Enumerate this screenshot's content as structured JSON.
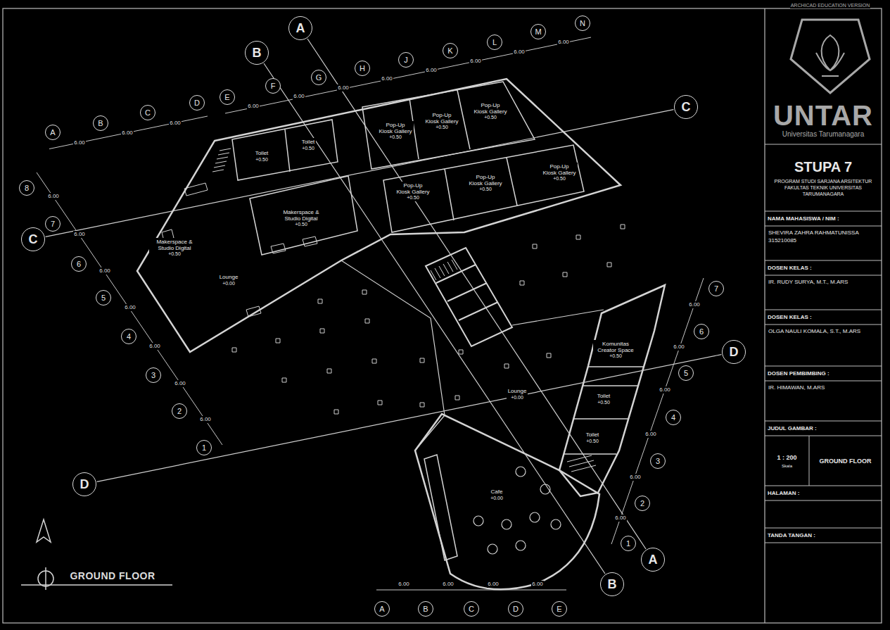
{
  "diagram": {
    "nodes": [
      {
        "text": [
          "A"
        ]
      },
      {
        "text": [
          "B"
        ]
      },
      {
        "text": [
          "E"
        ]
      },
      {
        "text": [
          "F"
        ]
      },
      {
        "text": [
          "G"
        ]
      },
      {
        "text": [
          "H"
        ]
      },
      {
        "text": [
          "J"
        ]
      },
      {
        "text": [
          "K"
        ]
      },
      {
        "text": [
          "L"
        ]
      },
      {
        "text": [
          "M"
        ]
      },
      {
        "text": [
          "N"
        ]
      },
      {
        "text": [
          "A"
        ]
      },
      {
        "text": [
          "B"
        ]
      },
      {
        "text": [
          "C"
        ]
      },
      {
        "text": [
          "D"
        ]
      },
      {
        "text": [
          "C"
        ]
      },
      {
        "text": [
          "8"
        ]
      },
      {
        "text": [
          "7"
        ]
      },
      {
        "text": [
          "6"
        ]
      },
      {
        "text": [
          "5"
        ]
      },
      {
        "text": [
          "4"
        ]
      },
      {
        "text": [
          "3"
        ]
      },
      {
        "text": [
          "2"
        ]
      },
      {
        "text": [
          "1"
        ]
      },
      {
        "text": [
          "C"
        ]
      },
      {
        "text": [
          "7"
        ]
      },
      {
        "text": [
          "6"
        ]
      },
      {
        "text": [
          "5"
        ]
      },
      {
        "text": [
          "4"
        ]
      },
      {
        "text": [
          "3"
        ]
      },
      {
        "text": [
          "2"
        ]
      },
      {
        "text": [
          "1"
        ]
      },
      {
        "text": [
          "D"
        ]
      },
      {
        "text": [
          "D"
        ]
      },
      {
        "text": [
          "A"
        ]
      },
      {
        "text": [
          "B"
        ]
      },
      {
        "text": [
          "A"
        ]
      },
      {
        "text": [
          "B"
        ]
      },
      {
        "text": [
          "C"
        ]
      },
      {
        "text": [
          "D"
        ]
      },
      {
        "text": [
          "E"
        ]
      },
      {
        "text": [
          "Toilet",
          "+0.50"
        ]
      },
      {
        "text": [
          "Toilet",
          "+0.50"
        ]
      },
      {
        "text": [
          "Pop-Up Kiosk Gallery",
          "+0.50"
        ]
      },
      {
        "text": [
          "Pop-Up Kiosk Gallery",
          "+0.50"
        ]
      },
      {
        "text": [
          "Pop-Up Kiosk Gallery",
          "+0.50"
        ]
      },
      {
        "text": [
          "Pop-Up Kiosk Gallery",
          "+0.50"
        ]
      },
      {
        "text": [
          "Pop-Up Kiosk Gallery",
          "+0.50"
        ]
      },
      {
        "text": [
          "Pop-Up Kiosk Gallery",
          "+0.50"
        ]
      },
      {
        "text": [
          "Makerspace & Studio Digital",
          "+0.50"
        ]
      },
      {
        "text": [
          "Makerspace & Studio Digital",
          "+0.50"
        ]
      },
      {
        "text": [
          "Lounge",
          "+0.00"
        ]
      },
      {
        "text": [
          "Lounge",
          "+0.00"
        ]
      },
      {
        "text": [
          "Komunitas Creator Space",
          "+0.50"
        ]
      },
      {
        "text": [
          "Toilet",
          "+0.50"
        ]
      },
      {
        "text": [
          "Toilet",
          "+0.50"
        ]
      },
      {
        "text": [
          "Cafe",
          "+0.00"
        ]
      },
      {
        "text": [
          "UNTAR",
          "Universitas Tarumanagara"
        ]
      },
      {
        "text": [
          "STUPA 7",
          "PROGRAM STUDI SARJANA ARSITEKTUR FAKULTAS TEKNIK UNIVERSITAS TARUMANAGARA"
        ]
      },
      {
        "text": [
          "NAMA MAHASISWA / NIM :",
          "SHEVIRA ZAHRA RAHMATUNISSA 315210085"
        ]
      },
      {
        "text": [
          "DOSEN KELAS :",
          "IR. RUDY SURYA, M.T., M.ARS"
        ]
      },
      {
        "text": [
          "DOSEN KELAS :",
          "OLGA NAULI KOMALA, S.T., M.ARS"
        ]
      },
      {
        "text": [
          "DOSEN PEMBIMBING :",
          "IR. HIMAWAN, M.ARS"
        ]
      },
      {
        "text": [
          "JUDUL GAMBAR :"
        ]
      },
      {
        "text": [
          "1 : 200",
          "Skala"
        ],
        "in": 63
      },
      {
        "text": [
          "GROUND FLOOR"
        ],
        "in": 63
      },
      {
        "text": [
          "HALAMAN :"
        ]
      },
      {
        "text": [
          "TANDA TANGAN :"
        ]
      }
    ],
    "edges": [
      {
        "from": 0,
        "to": 34,
        "arrow": "none"
      },
      {
        "from": 1,
        "to": 35,
        "arrow": "none"
      },
      {
        "from": 15,
        "to": 24,
        "arrow": "none"
      },
      {
        "from": 32,
        "to": 33,
        "arrow": "none"
      }
    ],
    "labels": [
      "ARCHICAD EDUCATION VERSION",
      "GROUND FLOOR",
      "6.00",
      "6.00",
      "6.00",
      "6.00",
      "6.00",
      "6.00",
      "6.00",
      "6.00",
      "6.00",
      "6.00",
      "6.00",
      "6.00",
      "6.00",
      "6.00",
      "6.00",
      "6.00",
      "6.00",
      "6.00",
      "6.00",
      "6.00",
      "6.00",
      "6.00",
      "6.00",
      "6.00",
      "6.00",
      "6.00",
      "6.00",
      "6.00"
    ]
  }
}
